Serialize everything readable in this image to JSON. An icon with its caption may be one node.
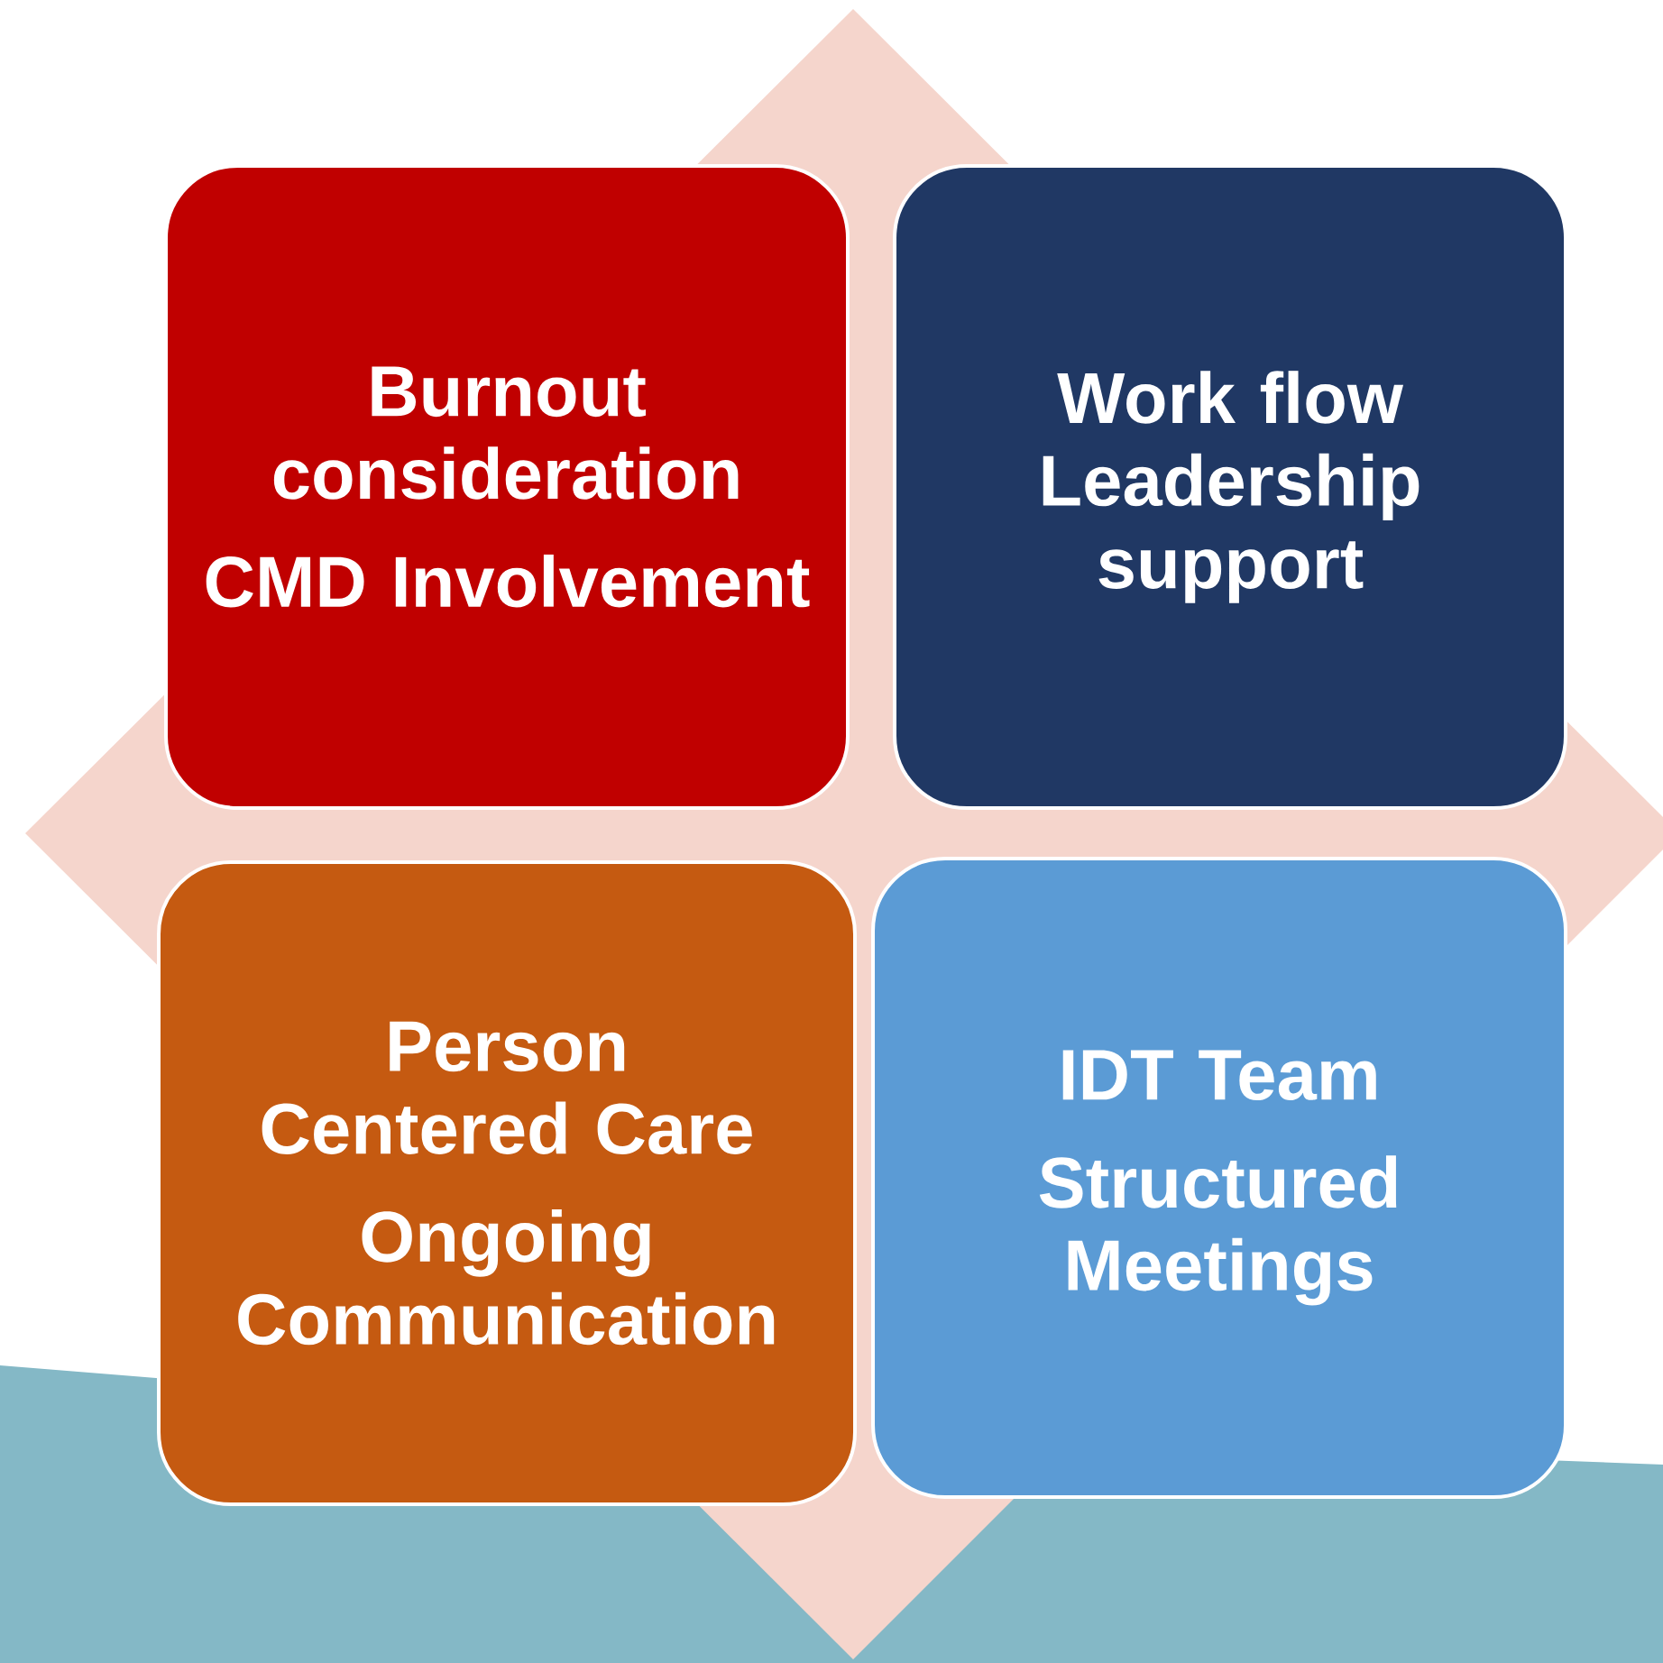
{
  "diagram": {
    "nodes": [
      {
        "text": [
          "Burnout consideration",
          "CMD Involvement"
        ]
      },
      {
        "text": [
          "Work flow Leadership support"
        ]
      },
      {
        "text": [
          "Person Centered Care",
          "Ongoing Communication"
        ]
      },
      {
        "text": [
          "IDT Team",
          "Structured Meetings"
        ]
      }
    ]
  }
}
